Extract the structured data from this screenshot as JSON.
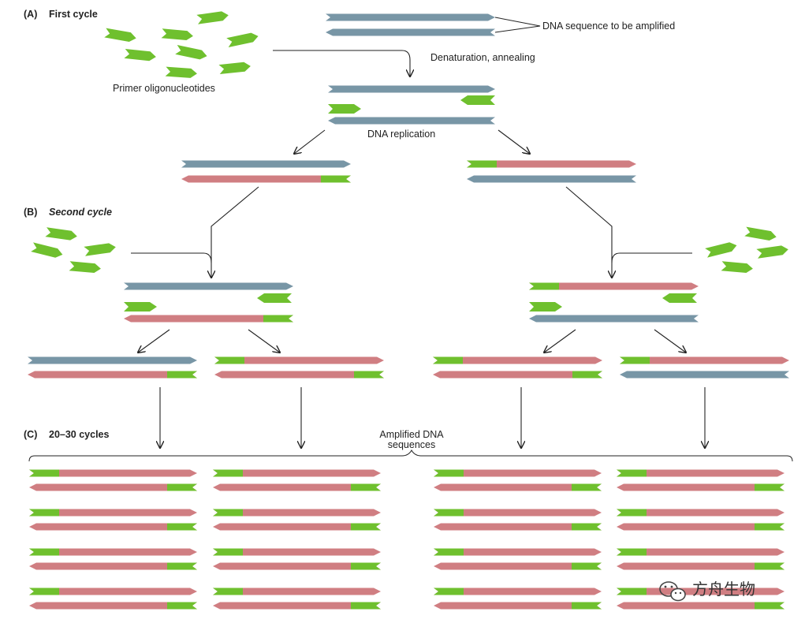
{
  "sections": {
    "a_letter": "(A)",
    "a_title": "First cycle",
    "b_letter": "(B)",
    "b_title": "Second cycle",
    "c_letter": "(C)",
    "c_title": "20–30 cycles"
  },
  "labels": {
    "dna_to_amplify": "DNA sequence to be amplified",
    "denaturation": "Denaturation, annealing",
    "primers": "Primer oligonucleotides",
    "replication": "DNA replication",
    "amplified_line1": "Amplified DNA",
    "amplified_line2": "sequences"
  },
  "watermark": {
    "text": "方舟生物",
    "icon": "wechat-icon"
  },
  "colors": {
    "template_strand": "#7896a6",
    "new_strand": "#d07e82",
    "primer": "#6fc02e",
    "line": "#222222"
  }
}
